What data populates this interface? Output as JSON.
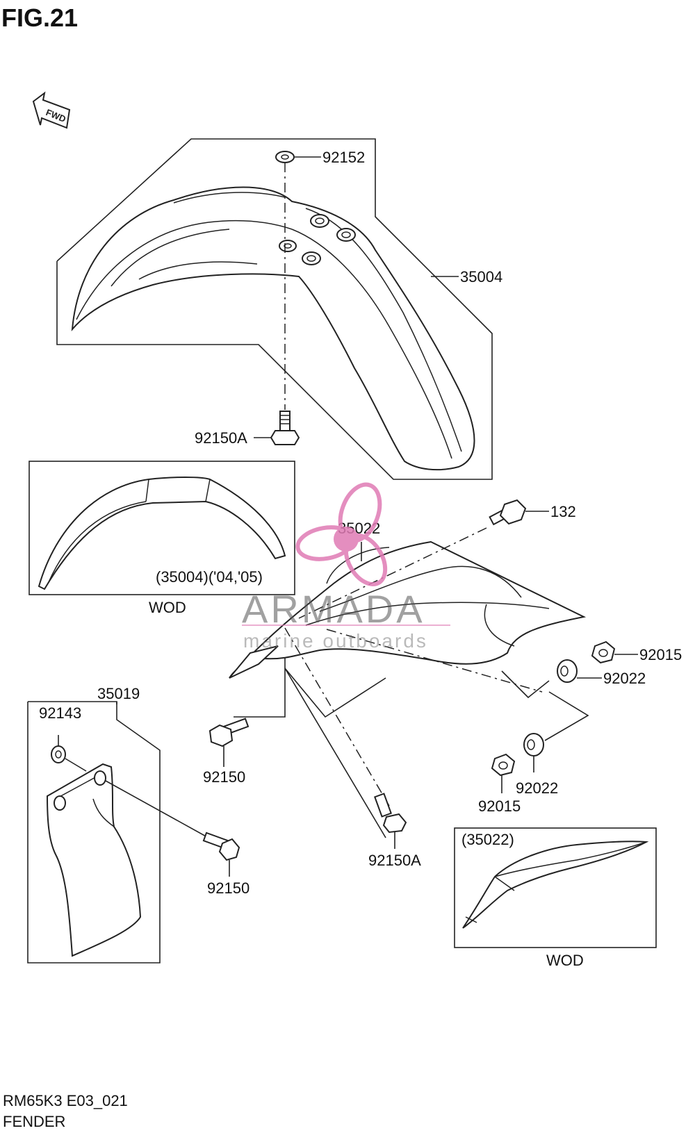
{
  "figure": {
    "title": "FIG.21",
    "model_code": "RM65K3 E03_021",
    "section_name": "FENDER"
  },
  "fwd_arrow_label": "FWD",
  "parts": [
    {
      "number": "92152"
    },
    {
      "number": "35004"
    },
    {
      "number": "92150A"
    },
    {
      "number": "132"
    },
    {
      "number": "35022"
    },
    {
      "number": "92015"
    },
    {
      "number": "92022"
    },
    {
      "number": "35019"
    },
    {
      "number": "92143"
    },
    {
      "number": "92150"
    },
    {
      "number": "92150"
    },
    {
      "number": "92022"
    },
    {
      "number": "92015"
    },
    {
      "number": "92150A"
    }
  ],
  "insets": [
    {
      "reference": "(35004)('04,'05)",
      "variant": "WOD"
    },
    {
      "reference": "(35022)",
      "variant": "WOD"
    }
  ],
  "watermark": {
    "brand": "ARMADA",
    "tagline": "marine outboards",
    "logo_color": "#e07bb5"
  }
}
